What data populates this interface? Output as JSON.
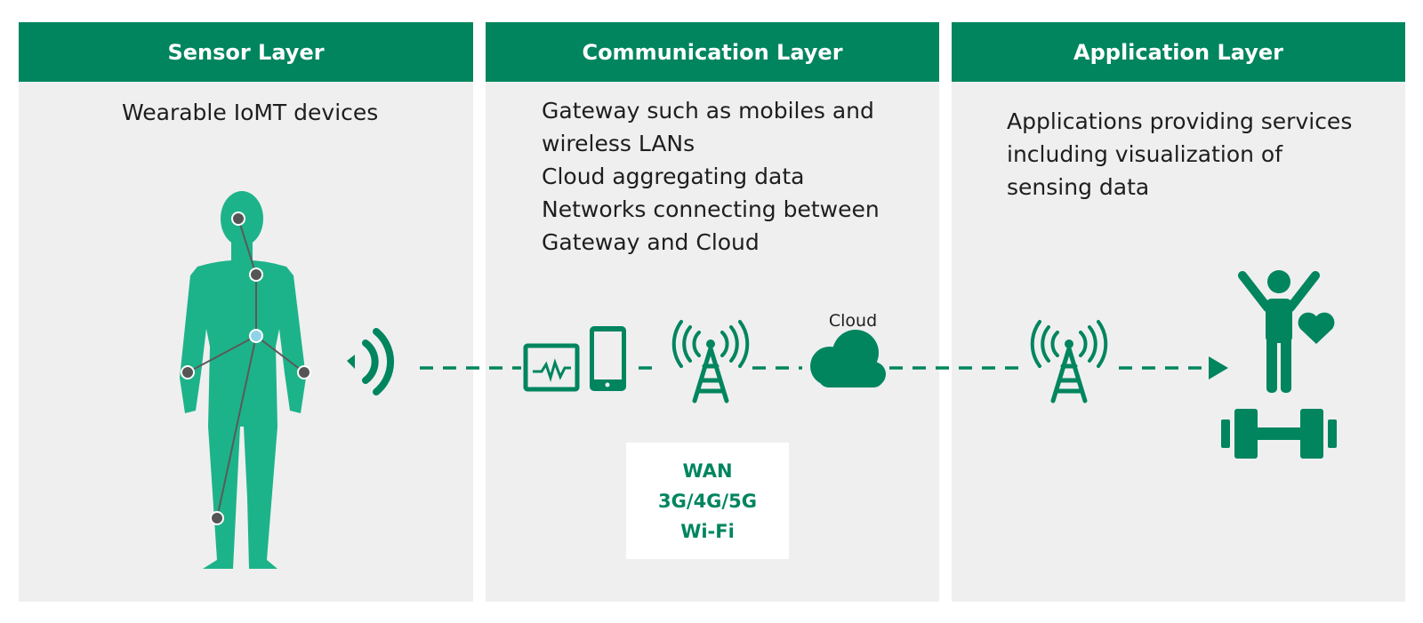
{
  "panels": {
    "sensor": {
      "title": "Sensor Layer",
      "lines": [
        "Wearable IoMT devices"
      ]
    },
    "communication": {
      "title": "Communication Layer",
      "lines": [
        "Gateway such as mobiles and",
        "wireless LANs",
        "Cloud aggregating data",
        "Networks connecting between",
        "Gateway and Cloud"
      ]
    },
    "application": {
      "title": "Application Layer",
      "lines": [
        "Applications providing services",
        "including visualization of",
        "sensing data"
      ]
    }
  },
  "cloud_label": "Cloud",
  "network_box": {
    "lines": [
      "WAN",
      "3G/4G/5G",
      "Wi-Fi"
    ]
  },
  "colors": {
    "header": "#00855f",
    "panel_bg": "#efefef",
    "body_figure": "#1db38a",
    "icon": "#00855f",
    "node": "#555555",
    "hub_node": "#8fd3e8"
  },
  "icons": [
    "human-body-icon",
    "signal-waves-icon",
    "monitor-icon",
    "smartphone-icon",
    "antenna-tower-icon",
    "cloud-icon",
    "person-heart-icon",
    "dumbbell-icon"
  ]
}
